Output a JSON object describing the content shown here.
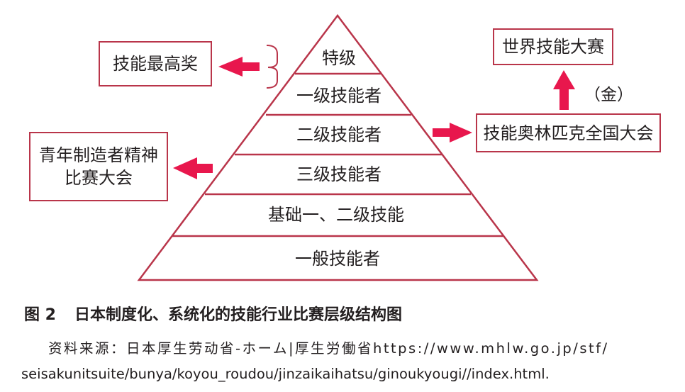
{
  "pyramid": {
    "levels": [
      "特级",
      "一级技能者",
      "二级技能者",
      "三级技能者",
      "基础一、二级技能",
      "一般技能者"
    ]
  },
  "boxes": {
    "top_award": "技能最高奖",
    "world_competition": "世界技能大赛",
    "national_olympics": "技能奥林匹克全国大会",
    "youth_competition": [
      "青年制造者精神",
      "比赛大会"
    ]
  },
  "gold_label": "（金）",
  "caption": {
    "number": "图 2",
    "title": "日本制度化、系统化的技能行业比赛层级结构图"
  },
  "source": {
    "line1": "资料来源：日本厚生劳动省-ホーム|厚生労働省https://www.mhlw.go.jp/stf/",
    "line2": "seisakunitsuite/bunya/koyou_roudou/jinzaikaihatsu/ginoukyougi//index.html."
  },
  "colors": {
    "accent": "#e8174d",
    "border": "#b9354a",
    "line": "#b9354a",
    "text": "#231f20"
  }
}
